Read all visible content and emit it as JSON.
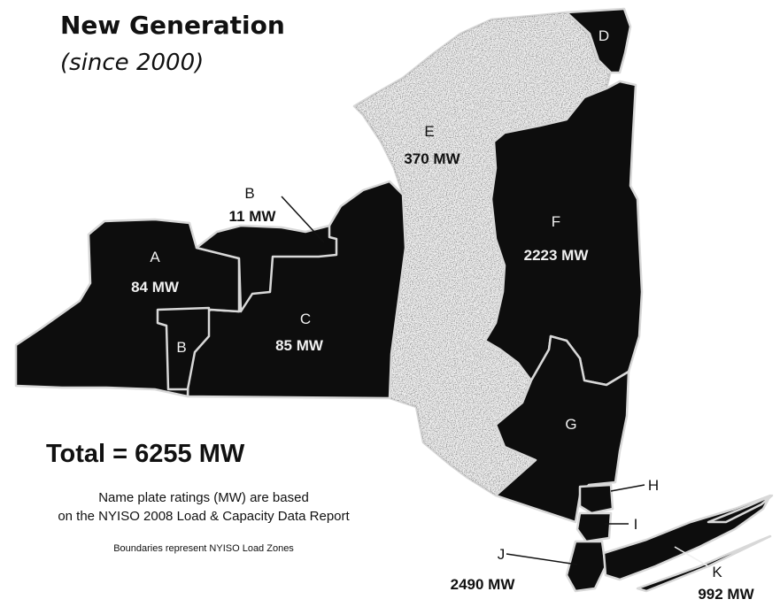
{
  "title": "New Generation",
  "subtitle": "(since 2000)",
  "total": "Total = 6255 MW",
  "note_line1": "Name plate ratings (MW) are based",
  "note_line2": "on the NYISO 2008 Load & Capacity Data Report",
  "note_boundaries": "Boundaries represent NYISO Load Zones",
  "zones": {
    "A": {
      "letter": "A",
      "value": "84 MW"
    },
    "B": {
      "letter": "B",
      "value": "11 MW",
      "letter2": "B"
    },
    "C": {
      "letter": "C",
      "value": "85 MW"
    },
    "D": {
      "letter": "D"
    },
    "E": {
      "letter": "E",
      "value": "370 MW"
    },
    "F": {
      "letter": "F",
      "value": "2223 MW"
    },
    "G": {
      "letter": "G"
    },
    "H": {
      "letter": "H"
    },
    "I": {
      "letter": "I"
    },
    "J": {
      "letter": "J",
      "value": "2490 MW"
    },
    "K": {
      "letter": "K",
      "value": "992 MW"
    }
  }
}
